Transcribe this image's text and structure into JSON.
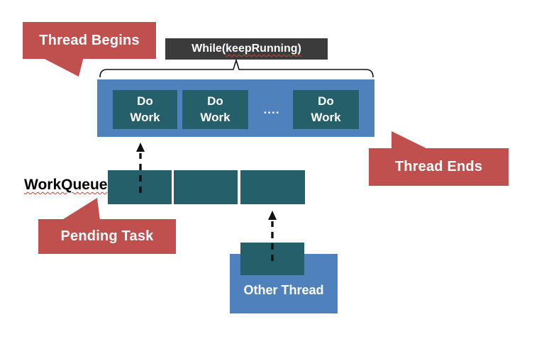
{
  "colors": {
    "red": "#C0504D",
    "blue": "#4F81BD",
    "teal": "#255F6A",
    "dark": "#3B3B3B",
    "ink": "#111111",
    "wavy": "#E03A2E",
    "background": "#FFFFFF",
    "text_light": "#FFFFFF",
    "text_dark": "#000000"
  },
  "callouts": {
    "thread_begins": {
      "label": "Thread Begins"
    },
    "thread_ends": {
      "label": "Thread Ends"
    },
    "pending_task": {
      "label": "Pending Task"
    }
  },
  "while_box": {
    "text_prefix": "While(",
    "text_underlined": "keepRunning)"
  },
  "thread_loop": {
    "do_work_boxes": [
      "Do\nWork",
      "Do\nWork",
      "Do\nWork"
    ],
    "dots": "...."
  },
  "work_queue": {
    "label": "WorkQueue",
    "slot_count": 3
  },
  "other_thread": {
    "label": "Other Thread"
  }
}
